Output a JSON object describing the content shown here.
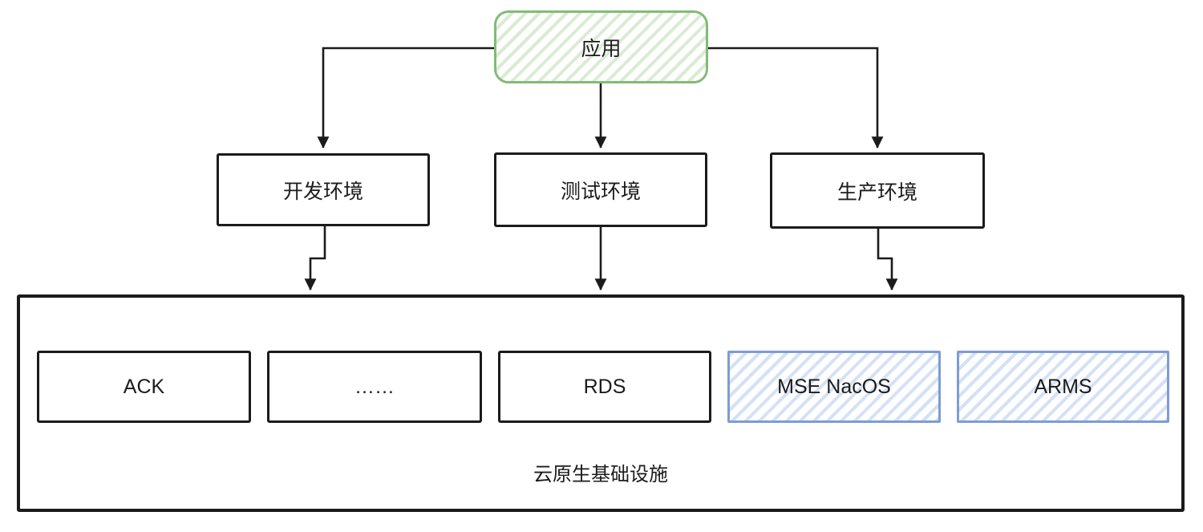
{
  "diagram": {
    "app": {
      "label": "应用"
    },
    "environments": [
      {
        "id": "dev-env",
        "label": "开发环境"
      },
      {
        "id": "test-env",
        "label": "测试环境"
      },
      {
        "id": "prod-env",
        "label": "生产环境"
      }
    ],
    "infrastructure": {
      "label": "云原生基础设施",
      "services": [
        {
          "id": "ack",
          "label": "ACK",
          "highlighted": false
        },
        {
          "id": "ellipsis",
          "label": "……",
          "highlighted": false
        },
        {
          "id": "rds",
          "label": "RDS",
          "highlighted": false
        },
        {
          "id": "mse-nacos",
          "label": "MSE NacOS",
          "highlighted": true
        },
        {
          "id": "arms",
          "label": "ARMS",
          "highlighted": true
        }
      ]
    },
    "edges": [
      {
        "from": "app",
        "to": "dev-env"
      },
      {
        "from": "app",
        "to": "test-env"
      },
      {
        "from": "app",
        "to": "prod-env"
      },
      {
        "from": "dev-env",
        "to": "infrastructure"
      },
      {
        "from": "test-env",
        "to": "infrastructure"
      },
      {
        "from": "prod-env",
        "to": "infrastructure"
      }
    ]
  },
  "colors": {
    "line": "#1b1b1b",
    "app_border": "#82bb76",
    "app_hatch": "#d9ecd3",
    "highlight_border": "#7e9cd0",
    "highlight_hatch": "#d4e1f6"
  }
}
